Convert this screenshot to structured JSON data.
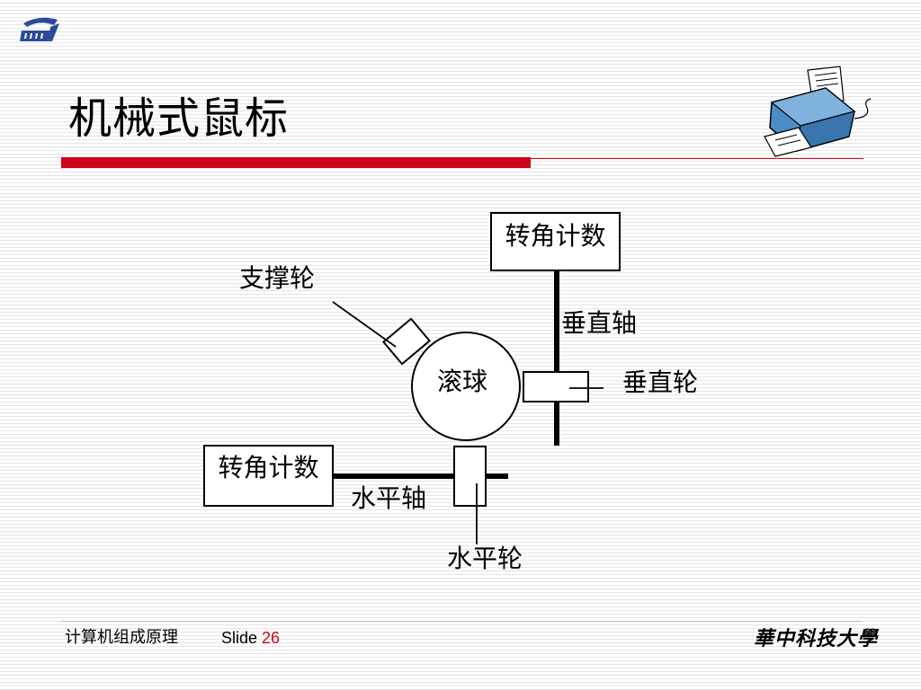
{
  "title": "机械式鼠标",
  "diagram": {
    "ball_label": "滚球",
    "support_wheel_label": "支撑轮",
    "vertical_axis_label": "垂直轴",
    "vertical_wheel_label": "垂直轮",
    "horizontal_axis_label": "水平轴",
    "horizontal_wheel_label": "水平轮",
    "counter_top_label": "转角计数",
    "counter_left_label": "转角计数"
  },
  "footer": {
    "course": "计算机组成原理",
    "slide_word": "Slide",
    "slide_number": "26",
    "school": "華中科技大學"
  },
  "colors": {
    "accent_red": "#d0021b",
    "printer_blue": "#4a8cc4"
  }
}
